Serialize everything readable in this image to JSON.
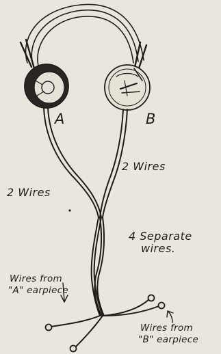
{
  "labels": {
    "earpiece_a": "A",
    "earpiece_b": "B",
    "two_wires_right": "2 Wires",
    "two_wires_left": "2 Wires",
    "four_separate_line1": "4 Separate",
    "four_separate_line2": "wires.",
    "wires_from_a_line1": "Wires from",
    "wires_from_a_line2": "\"A\" earpiece",
    "wires_from_b_line1": "Wires from",
    "wires_from_b_line2": "\"B\" earpiece"
  },
  "colors": {
    "paper": "#ebe6dd",
    "ink": "#1e1c19",
    "earpiece_dark": "#2a2623"
  }
}
